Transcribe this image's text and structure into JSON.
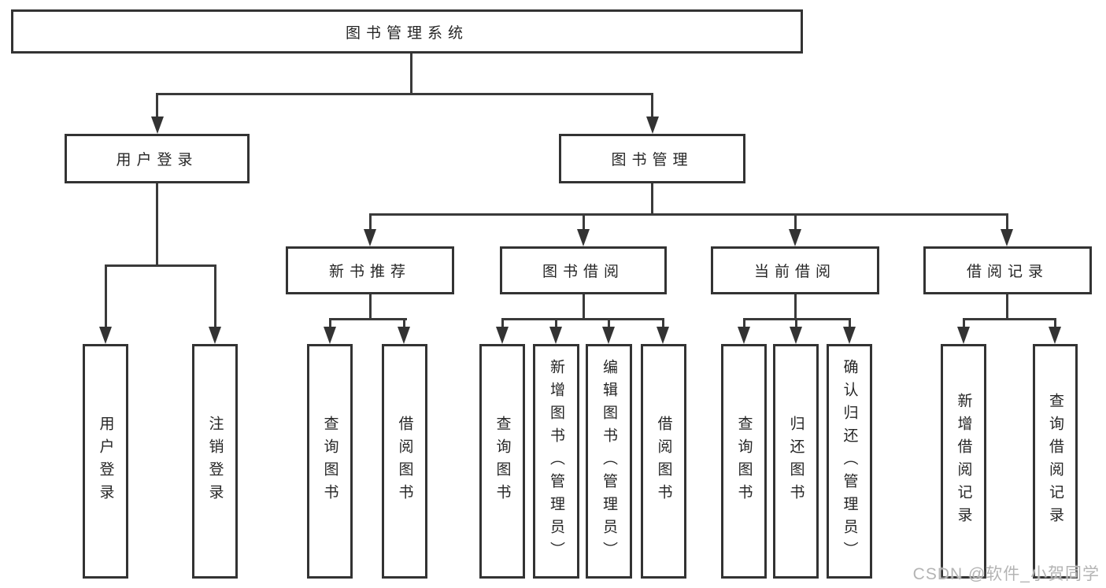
{
  "tree": {
    "label": "图书管理系统",
    "children": [
      {
        "label": "用户登录",
        "children": [
          {
            "label": "用户登录"
          },
          {
            "label": "注销登录"
          }
        ]
      },
      {
        "label": "图书管理",
        "children": [
          {
            "label": "新书推荐",
            "children": [
              {
                "label": "查询图书"
              },
              {
                "label": "借阅图书"
              }
            ]
          },
          {
            "label": "图书借阅",
            "children": [
              {
                "label": "查询图书"
              },
              {
                "label": "新增图书（管理员）"
              },
              {
                "label": "编辑图书（管理员）"
              },
              {
                "label": "借阅图书"
              }
            ]
          },
          {
            "label": "当前借阅",
            "children": [
              {
                "label": "查询图书"
              },
              {
                "label": "归还图书"
              },
              {
                "label": "确认归还（管理员）"
              }
            ]
          },
          {
            "label": "借阅记录",
            "children": [
              {
                "label": "新增借阅记录"
              },
              {
                "label": "查询借阅记录"
              }
            ]
          }
        ]
      }
    ]
  },
  "watermark": {
    "text": "CSDN @软件_小贺同学"
  },
  "colors": {
    "box_border": "#333333",
    "connector_line": "#3a3a3a",
    "text": "#262626",
    "watermark": "#b4b4b4",
    "background": "#ffffff"
  }
}
